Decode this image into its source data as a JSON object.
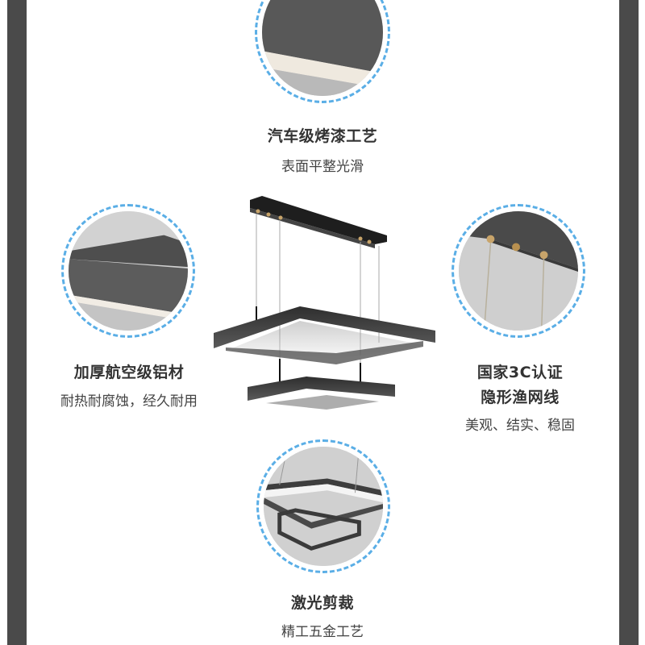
{
  "colors": {
    "side_bar": "#4a4a4a",
    "dash_ring": "#5aaee6",
    "title_text": "#333333",
    "sub_text": "#444444"
  },
  "features": {
    "top": {
      "title": "汽车级烤漆工艺",
      "subtitle": "表面平整光滑",
      "image": "painted-surface-closeup"
    },
    "left": {
      "title": "加厚航空级铝材",
      "subtitle": "耐热耐腐蚀，经久耐用",
      "image": "aluminum-profile-closeup"
    },
    "right": {
      "title_line1": "国家3C认证",
      "title_line2": "隐形渔网线",
      "subtitle": "美观、结实、稳固",
      "image": "canopy-wire-closeup"
    },
    "bottom": {
      "title": "激光剪裁",
      "subtitle": "精工五金工艺",
      "image": "square-frames-closeup"
    }
  },
  "product": {
    "image": "two-tier-square-pendant-lamp"
  }
}
